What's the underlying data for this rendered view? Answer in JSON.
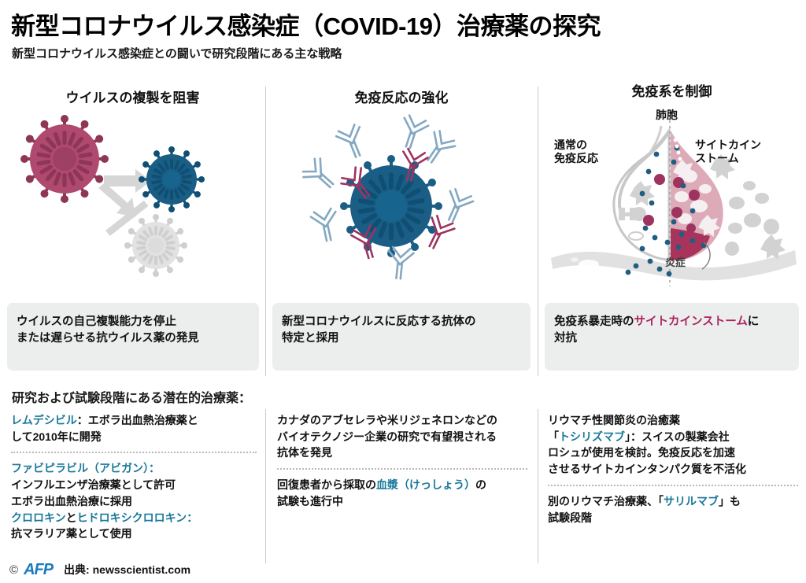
{
  "header": {
    "title": "新型コロナウイルス感染症（COVID-19）治療薬の探究",
    "subtitle": "新型コロナウイルス感染症との闘いで研究段階にある主な戦略"
  },
  "panels": [
    {
      "heading": "ウイルスの複製を阻害",
      "caption_line1": "ウイルスの自己複製能力を停止",
      "caption_line2": "または遅らせる抗ウイルス薬の発見"
    },
    {
      "heading": "免疫反応の強化",
      "caption_line1": "新型コロナウイルスに反応する抗体の",
      "caption_line2": "特定と採用"
    },
    {
      "heading": "免疫系を制御",
      "caption_pre": "免疫系暴走時の",
      "caption_highlight": "サイトカインストーム",
      "caption_post": "に",
      "caption_line2": "対抗"
    }
  ],
  "lung_diagram": {
    "label_alveolus": "肺胞",
    "label_normal_line1": "通常の",
    "label_normal_line2": "免疫反応",
    "label_storm_line1": "サイトカイン",
    "label_storm_line2": "ストーム",
    "label_inflammation": "炎症"
  },
  "bottom": {
    "section_heading": "研究および試験段階にある潜在的治療薬：",
    "columns": [
      {
        "blocks": [
          {
            "parts": [
              {
                "text": "レムデシビル",
                "color": "teal"
              },
              {
                "text": "：エボラ出血熱治療薬と",
                "color": "black"
              },
              {
                "text": "\nして2010年に開発",
                "color": "black"
              }
            ]
          },
          {
            "parts": [
              {
                "text": "ファビピラビル（アビガン）：",
                "color": "teal"
              },
              {
                "text": "\nインフルエンザ治療薬として許可",
                "color": "black"
              },
              {
                "text": "\nエボラ出血熱治療に採用",
                "color": "black"
              },
              {
                "text": "\n",
                "color": "black"
              },
              {
                "text": "クロロキン",
                "color": "teal"
              },
              {
                "text": "と",
                "color": "black"
              },
              {
                "text": "ヒドロキシクロロキン",
                "color": "teal"
              },
              {
                "text": "：",
                "color": "teal"
              },
              {
                "text": "\n抗マラリア薬として使用",
                "color": "black"
              }
            ]
          }
        ]
      },
      {
        "blocks": [
          {
            "parts": [
              {
                "text": "カナダのアブセレラや米リジェネロンなどの",
                "color": "black"
              },
              {
                "text": "\nバイオテクノジー企業の研究で有望視される",
                "color": "black"
              },
              {
                "text": "\n抗体を発見",
                "color": "black"
              }
            ]
          },
          {
            "parts": [
              {
                "text": "回復患者から採取の",
                "color": "black"
              },
              {
                "text": "血漿（けっしょう）",
                "color": "teal"
              },
              {
                "text": "の",
                "color": "black"
              },
              {
                "text": "\n試験も進行中",
                "color": "black"
              }
            ]
          }
        ]
      },
      {
        "blocks": [
          {
            "parts": [
              {
                "text": "リウマチ性関節炎の治癒薬",
                "color": "black"
              },
              {
                "text": "\n「",
                "color": "black"
              },
              {
                "text": "トシリズマブ",
                "color": "teal"
              },
              {
                "text": "」：スイスの製薬会社",
                "color": "black"
              },
              {
                "text": "\nロシュが使用を検討。免疫反応を加速",
                "color": "black"
              },
              {
                "text": "\nさせるサイトカインタンパク質を不活化",
                "color": "black"
              }
            ]
          },
          {
            "parts": [
              {
                "text": "別のリウマチ治療薬、「",
                "color": "black"
              },
              {
                "text": "サリルマブ",
                "color": "teal"
              },
              {
                "text": "」も",
                "color": "black"
              },
              {
                "text": "\n試験段階",
                "color": "black"
              }
            ]
          }
        ]
      }
    ]
  },
  "footer": {
    "copyright": "©",
    "agency": "AFP",
    "source": "出典: newsscientist.com"
  },
  "colors": {
    "crimson": "#b0496e",
    "crimson_dark": "#8e3658",
    "blue": "#1a5e86",
    "blue_dark": "#0f4f74",
    "light_blue": "#7ea7c4",
    "gray": "#d9d9d9",
    "teal_text": "#18789a",
    "magenta_text": "#ab2360",
    "caption_bg": "#eceded",
    "divider": "#c9c9c9"
  }
}
